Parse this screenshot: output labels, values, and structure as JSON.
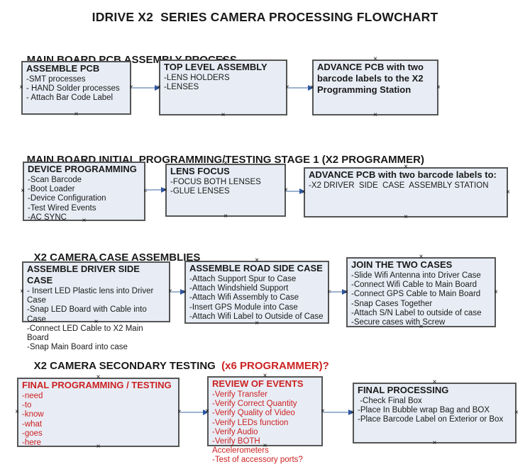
{
  "title": "IDRIVE X2  SERIES CAMERA PROCESSING FLOWCHART",
  "icons": {
    "connection_point": "×"
  },
  "colors": {
    "box_fill": "#e8edf5",
    "box_border": "#555555",
    "arrow_line": "#9db3d0",
    "arrow_head": "#2f55a0",
    "red_text": "#cc2222",
    "black_text": "#1a1a1a"
  },
  "sections": [
    {
      "header": "MAIN BOARD PCB ASSEMBLY PROCESS",
      "boxes": [
        {
          "title": "ASSEMBLE PCB",
          "items": [
            "-SMT processes",
            "- HAND Solder processes",
            "- Attach Bar Code Label"
          ]
        },
        {
          "title": "TOP LEVEL ASSEMBLY",
          "items": [
            "-LENS HOLDERS",
            "-LENSES"
          ]
        },
        {
          "title": "ADVANCE PCB with two barcode labels to the X2 Programming Station",
          "items": []
        }
      ]
    },
    {
      "header": "MAIN BOARD INITIAL PROGRAMMING/TESTING STAGE 1 (X2 PROGRAMMER)",
      "boxes": [
        {
          "title": "DEVICE PROGRAMMING",
          "items": [
            "-Scan Barcode",
            "-Boot Loader",
            "-Device Configuration",
            "-Test Wired Events",
            "-AC SYNC"
          ]
        },
        {
          "title": "LENS FOCUS",
          "items": [
            "-FOCUS BOTH LENSES",
            "-GLUE LENSES"
          ]
        },
        {
          "title": "ADVANCE PCB with two barcode labels to:",
          "items": [
            "-X2 DRIVER  SIDE  CASE  ASSEMBLY STATION"
          ]
        }
      ]
    },
    {
      "header": "X2 CAMERA CASE ASSEMBLIES",
      "boxes": [
        {
          "title": "ASSEMBLE DRIVER SIDE CASE",
          "items": [
            "- Insert LED Plastic lens into Driver Case",
            "-Snap LED Board with Cable into Case",
            "-Connect LED Cable to X2 Main Board",
            "-Snap Main Board into case"
          ]
        },
        {
          "title": "ASSEMBLE ROAD SIDE CASE",
          "items": [
            "-Attach Support Spur to Case",
            "-Attach Windshield Support",
            "-Attach Wifi Assembly to Case",
            "-Insert GPS Module into Case",
            "-Attach Wifi Label to Outside of Case"
          ]
        },
        {
          "title": "JOIN THE TWO CASES",
          "items": [
            "-Slide Wifi Antenna into Driver Case",
            "-Connect Wifi Cable to Main Board",
            "-Connect GPS Cable to Main Board",
            "-Snap Cases Together",
            "-Attach S/N Label to outside of case",
            "-Secure cases with Screw"
          ]
        }
      ]
    },
    {
      "header": "X2 CAMERA SECONDARY TESTING ",
      "header_suffix": " (x6 PROGRAMMER)?",
      "boxes": [
        {
          "title": "FINAL PROGRAMMING / TESTING",
          "items": [
            "-need",
            "-to",
            "-know",
            "-what",
            "-goes",
            "-here"
          ]
        },
        {
          "title": "REVIEW OF EVENTS",
          "items": [
            "-Verify Transfer",
            "-Verify Correct Quantity",
            "-Verify Quality of Video",
            "-Verify LEDs function",
            "-Verify Audio",
            "-Verify BOTH Accelerometers",
            "-Test of accessory ports?"
          ]
        },
        {
          "title": "FINAL PROCESSING",
          "items": [
            " -Check Final Box",
            "-Place In Bubble wrap Bag and BOX",
            "-Place Barcode Label on Exterior or Box"
          ]
        }
      ]
    }
  ]
}
